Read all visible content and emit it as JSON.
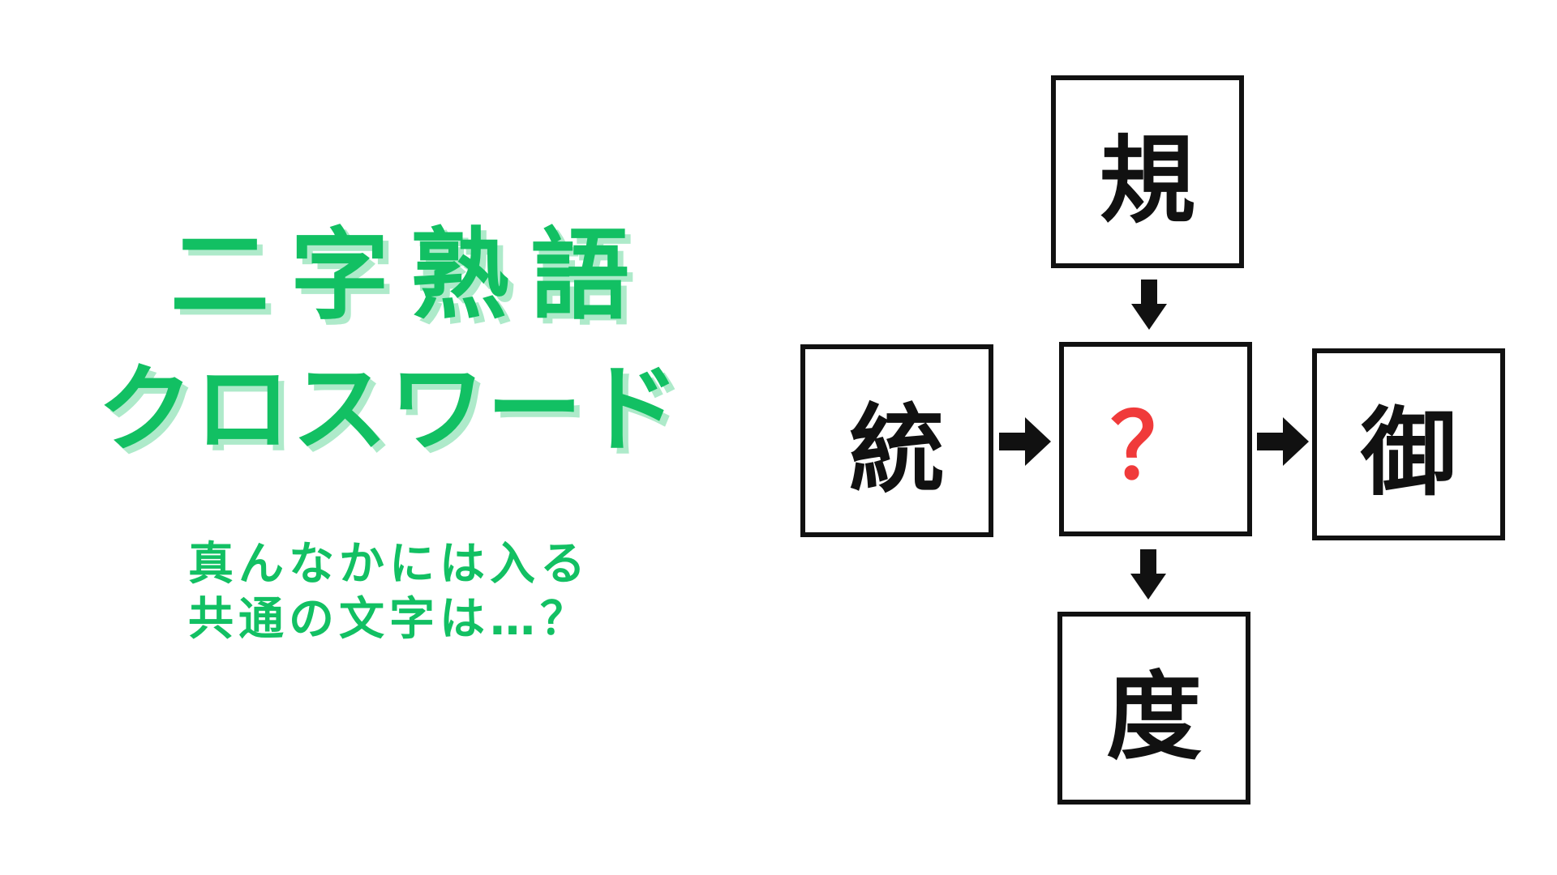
{
  "title": {
    "line1": "二字熟語",
    "line2": "クロスワード"
  },
  "subtitle": {
    "line1": "真んなかには入る",
    "line2": "共通の文字は…？"
  },
  "puzzle": {
    "top": "規",
    "left": "統",
    "center": "？",
    "right": "御",
    "bottom": "度"
  },
  "icons": {
    "arrow_down": "arrow-down-icon",
    "arrow_right": "arrow-right-icon"
  },
  "colors": {
    "title_green": "#12c063",
    "title_shadow": "#aeeaca",
    "question_red": "#f03a3a",
    "border": "#111111"
  }
}
